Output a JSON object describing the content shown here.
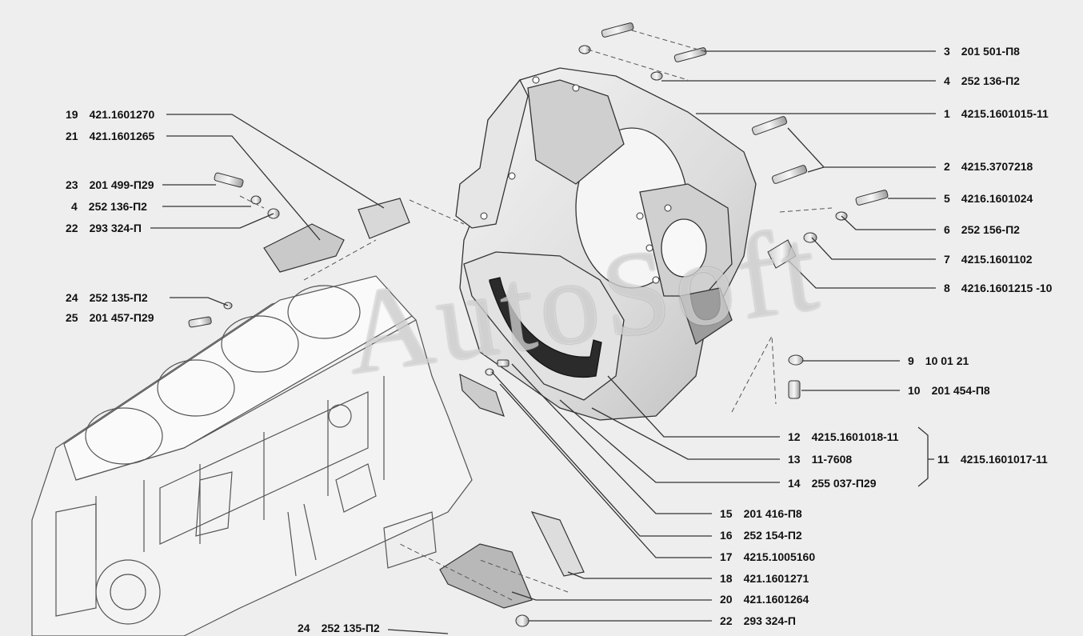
{
  "watermark": "AutoSoft",
  "labels": [
    {
      "num": "3",
      "code": "201 501-П8"
    },
    {
      "num": "4",
      "code": "252 136-П2"
    },
    {
      "num": "1",
      "code": "4215.1601015-11"
    },
    {
      "num": "2",
      "code": "4215.3707218"
    },
    {
      "num": "5",
      "code": "4216.1601024"
    },
    {
      "num": "6",
      "code": "252 156-П2"
    },
    {
      "num": "7",
      "code": "4215.1601102"
    },
    {
      "num": "8",
      "code": "4216.1601215 -10"
    },
    {
      "num": "9",
      "code": "10 01 21"
    },
    {
      "num": "10",
      "code": "201 454-П8"
    },
    {
      "num": "12",
      "code": "4215.1601018-11"
    },
    {
      "num": "13",
      "code": "11-7608"
    },
    {
      "num": "14",
      "code": "255 037-П29"
    },
    {
      "num": "11",
      "code": "4215.1601017-11"
    },
    {
      "num": "15",
      "code": "201 416-П8"
    },
    {
      "num": "16",
      "code": "252 154-П2"
    },
    {
      "num": "17",
      "code": "4215.1005160"
    },
    {
      "num": "18",
      "code": "421.1601271"
    },
    {
      "num": "20",
      "code": "421.1601264"
    },
    {
      "num": "22",
      "code": "293 324-П"
    },
    {
      "num": "24",
      "code": "252 135-П2"
    },
    {
      "num": "19",
      "code": "421.1601270"
    },
    {
      "num": "21",
      "code": "421.1601265"
    },
    {
      "num": "23",
      "code": "201 499-П29"
    },
    {
      "num": "4",
      "code": "252 136-П2"
    },
    {
      "num": "22",
      "code": "293 324-П"
    },
    {
      "num": "24",
      "code": "252 135-П2"
    },
    {
      "num": "25",
      "code": "201 457-П29"
    }
  ]
}
